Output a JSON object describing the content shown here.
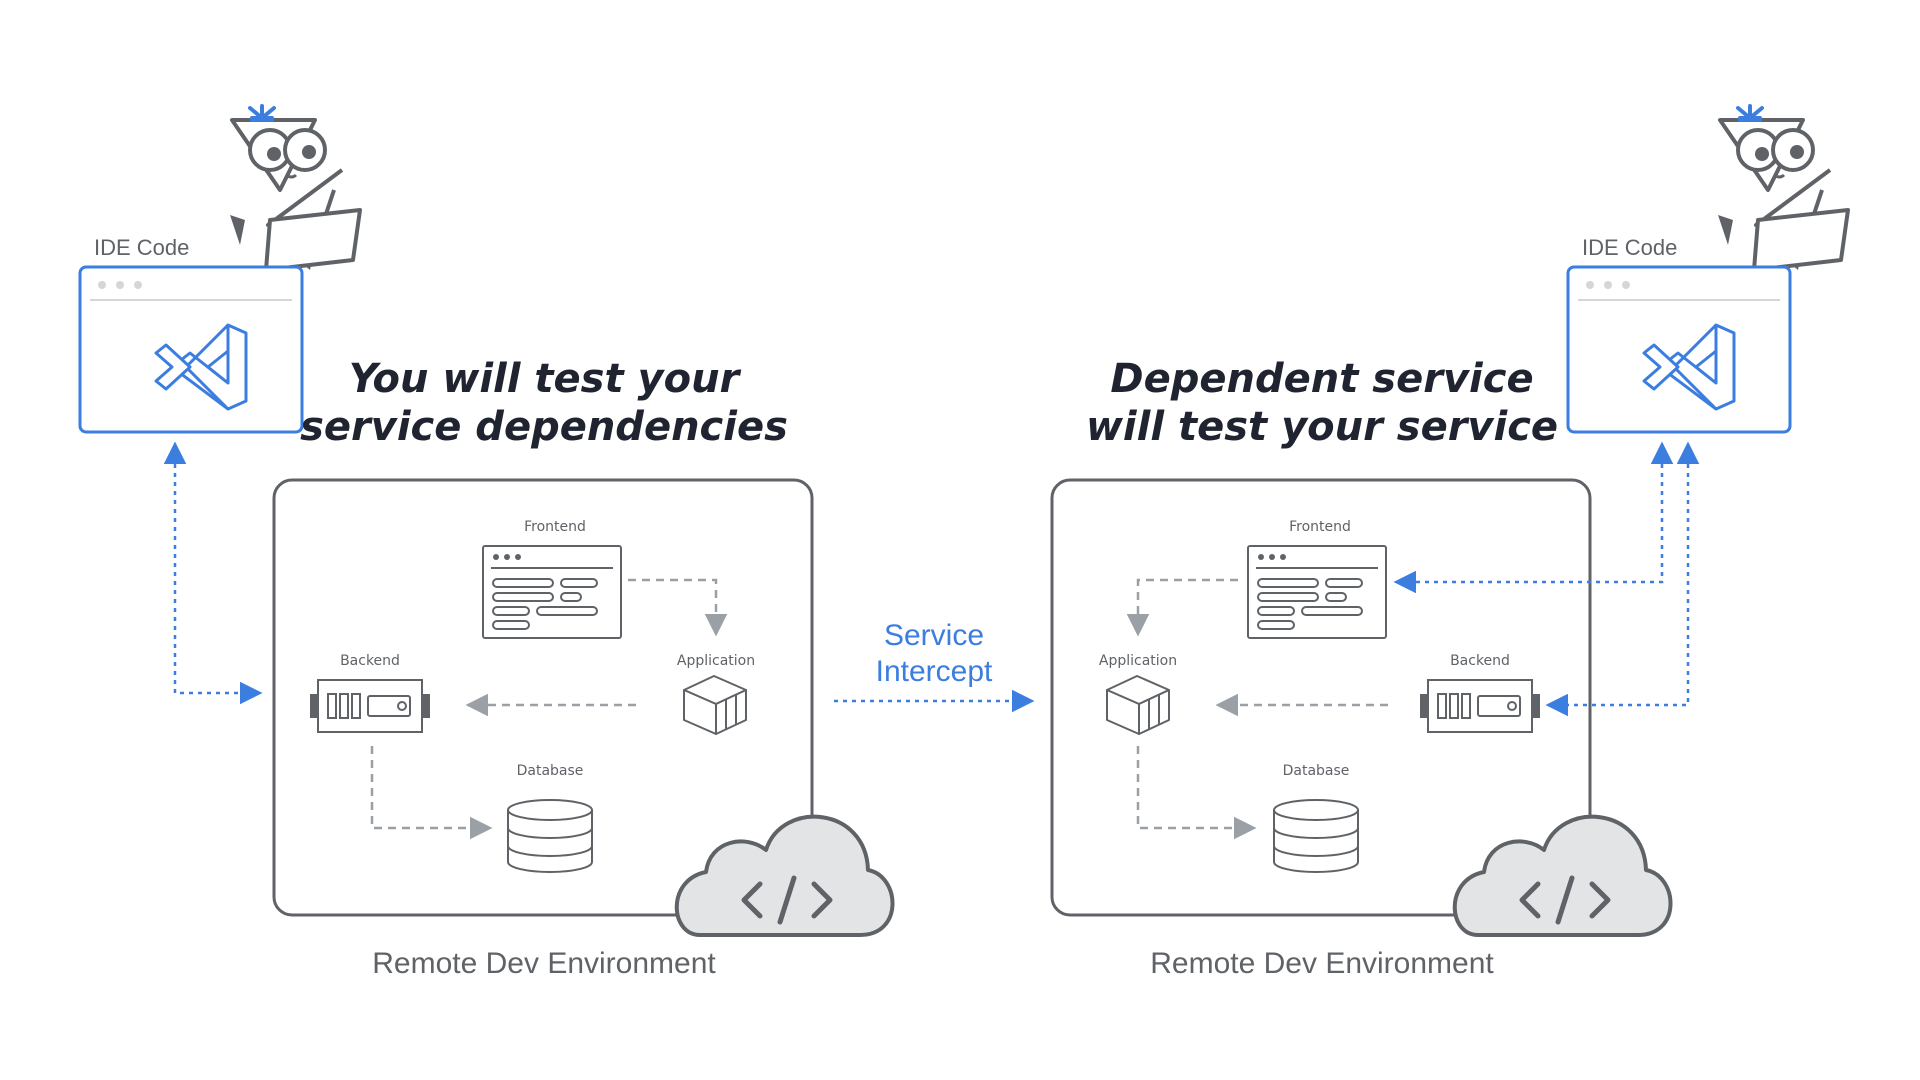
{
  "colors": {
    "accent": "#3b7ee0",
    "stroke": "#5f6368",
    "light": "#9aa0a6",
    "cloud": "#e3e4e6"
  },
  "left": {
    "ide_label": "IDE Code",
    "heading_line1": "You will test your",
    "heading_line2": "service dependencies",
    "env_label": "Remote Dev Environment",
    "frontend": "Frontend",
    "application": "Application",
    "backend": "Backend",
    "database": "Database"
  },
  "middle": {
    "intercept_line1": "Service",
    "intercept_line2": "Intercept"
  },
  "right": {
    "ide_label": "IDE Code",
    "heading_line1": "Dependent service",
    "heading_line2": "will test your service",
    "env_label": "Remote Dev Environment",
    "frontend": "Frontend",
    "application": "Application",
    "backend": "Backend",
    "database": "Database"
  },
  "icons": [
    "vscode-icon",
    "cloud-code-icon",
    "browser-window-icon",
    "container-icon",
    "server-icon",
    "database-icon",
    "mascot-icon"
  ]
}
